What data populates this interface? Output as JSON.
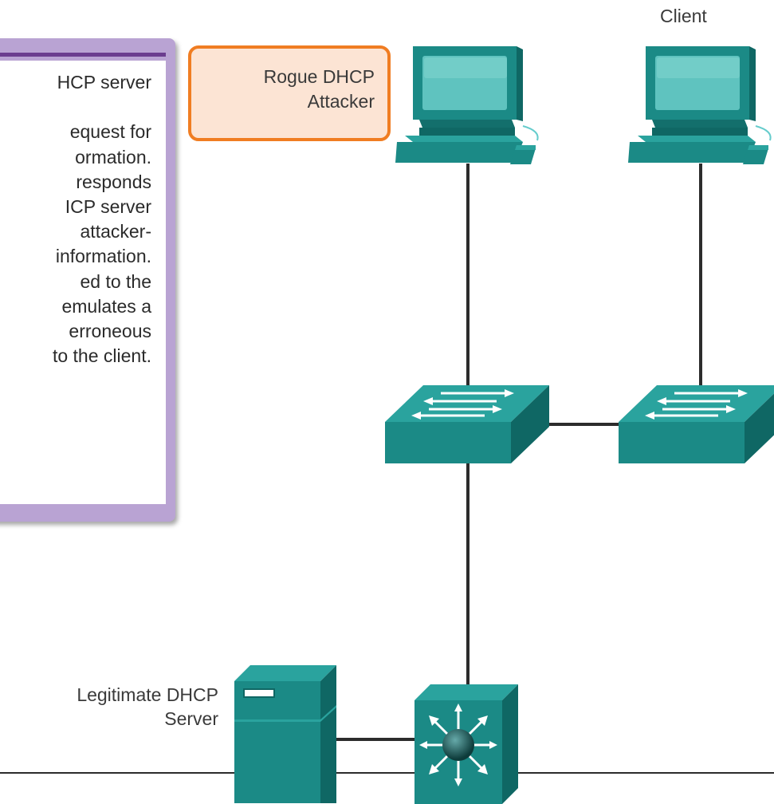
{
  "info_panel": {
    "lines": [
      "HCP server",
      "",
      "equest for",
      "ormation.",
      "responds",
      "ICP server",
      "attacker-",
      "information.",
      "ed to the",
      "emulates a",
      "erroneous",
      "to the client."
    ]
  },
  "callout": {
    "line1": "Rogue DHCP",
    "line2": "Attacker"
  },
  "labels": {
    "client": "Client",
    "legit_server_line1": "Legitimate DHCP",
    "legit_server_line2": "Server"
  },
  "colors": {
    "device_teal": "#1b8a86",
    "panel_purple": "#b9a3d3",
    "callout_orange": "#f07d22"
  }
}
